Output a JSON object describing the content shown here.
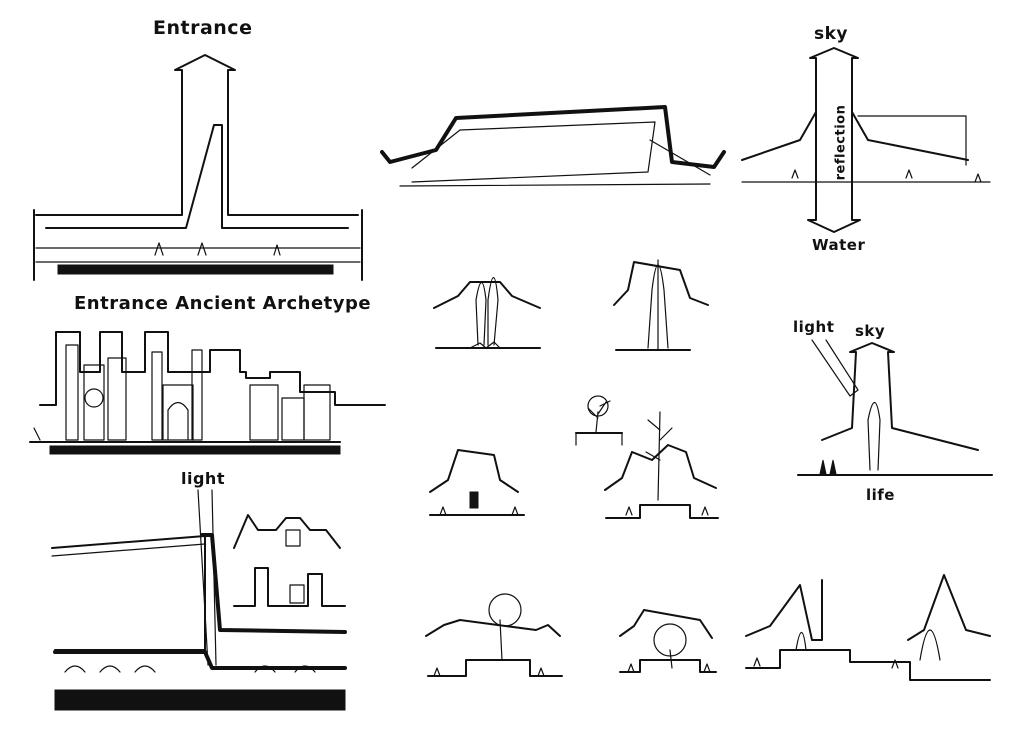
{
  "labels": {
    "entrance": "Entrance",
    "archetype": "Entrance Ancient Archetype",
    "light_top": "light",
    "sky_top": "sky",
    "reflection": "reflection",
    "water": "Water",
    "light_right": "light",
    "sky_right": "sky",
    "life": "life"
  }
}
